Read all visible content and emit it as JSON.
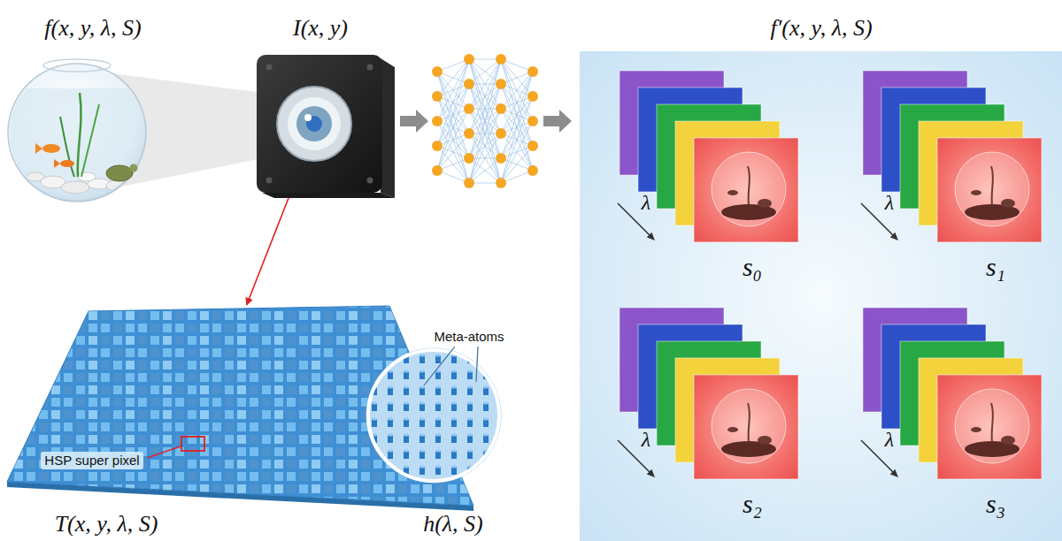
{
  "diagram": {
    "nodes": [
      {
        "text": [
          "f(x, y, λ, S)"
        ]
      },
      {
        "text": [
          "I(x, y)"
        ]
      },
      {
        "text": [
          "f′(x, y, λ, S)"
        ]
      },
      {
        "text": [
          "λ",
          "s₀"
        ],
        "in": 2
      },
      {
        "text": [
          "λ",
          "s₁"
        ],
        "in": 2
      },
      {
        "text": [
          "λ",
          "s₂"
        ],
        "in": 2
      },
      {
        "text": [
          "λ",
          "s₃"
        ],
        "in": 2
      },
      {
        "text": [
          "T(x, y, λ, S)"
        ]
      },
      {
        "text": [
          "h(λ, S)"
        ]
      }
    ],
    "edges": [
      {
        "from": 1,
        "to": 7,
        "arrow": "to"
      }
    ],
    "labels": [
      "Meta-atoms",
      "HSP super pixel"
    ]
  }
}
